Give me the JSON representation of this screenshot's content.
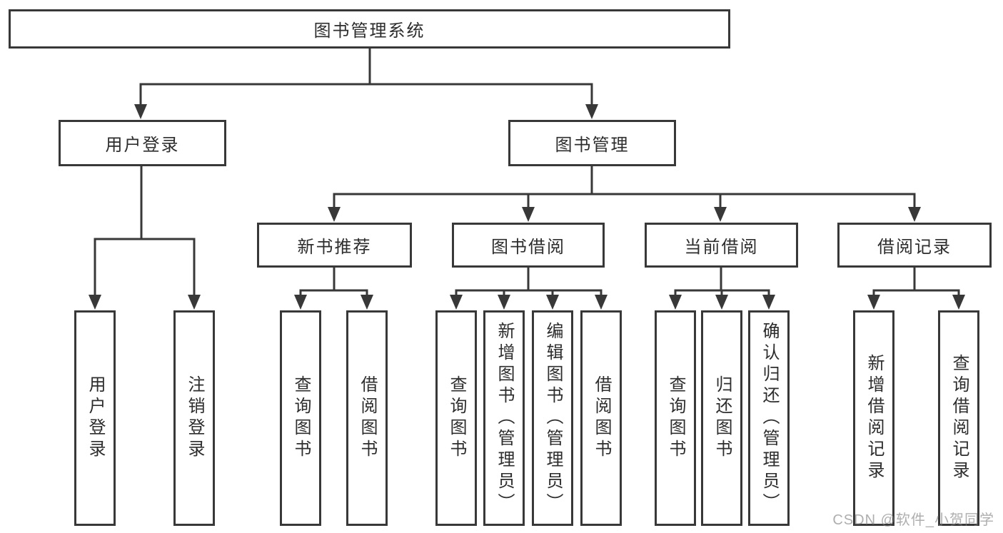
{
  "diagram": {
    "root": {
      "label": "图书管理系统"
    },
    "branches": [
      {
        "label": "用户登录",
        "children": [
          {
            "label": "用户登录"
          },
          {
            "label": "注销登录"
          }
        ]
      },
      {
        "label": "图书管理",
        "children": [
          {
            "label": "新书推荐",
            "children": [
              {
                "label": "查询图书"
              },
              {
                "label": "借阅图书"
              }
            ]
          },
          {
            "label": "图书借阅",
            "children": [
              {
                "label": "查询图书"
              },
              {
                "label": "新增图书（管理员）"
              },
              {
                "label": "编辑图书（管理员）"
              },
              {
                "label": "借阅图书"
              }
            ]
          },
          {
            "label": "当前借阅",
            "children": [
              {
                "label": "查询图书"
              },
              {
                "label": "归还图书"
              },
              {
                "label": "确认归还（管理员）"
              }
            ]
          },
          {
            "label": "借阅记录",
            "children": [
              {
                "label": "新增借阅记录"
              },
              {
                "label": "查询借阅记录"
              }
            ]
          }
        ]
      }
    ]
  },
  "watermark": {
    "text": "CSDN @软件_小贺同学"
  },
  "colors": {
    "line": "#383838",
    "box_border": "#383838",
    "box_fill": "#ffffff",
    "text": "#2d2d2d",
    "watermark": "#7d7d7d"
  }
}
